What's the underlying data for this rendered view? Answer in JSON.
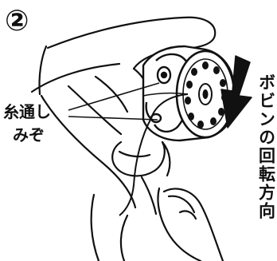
{
  "step_number": "②",
  "labels": {
    "thread_groove_line1": "糸通し",
    "thread_groove_line2": "みぞ",
    "rotation_direction": "ボビンの回転方向"
  },
  "colors": {
    "ink": "#111111",
    "paper": "#ffffff"
  }
}
